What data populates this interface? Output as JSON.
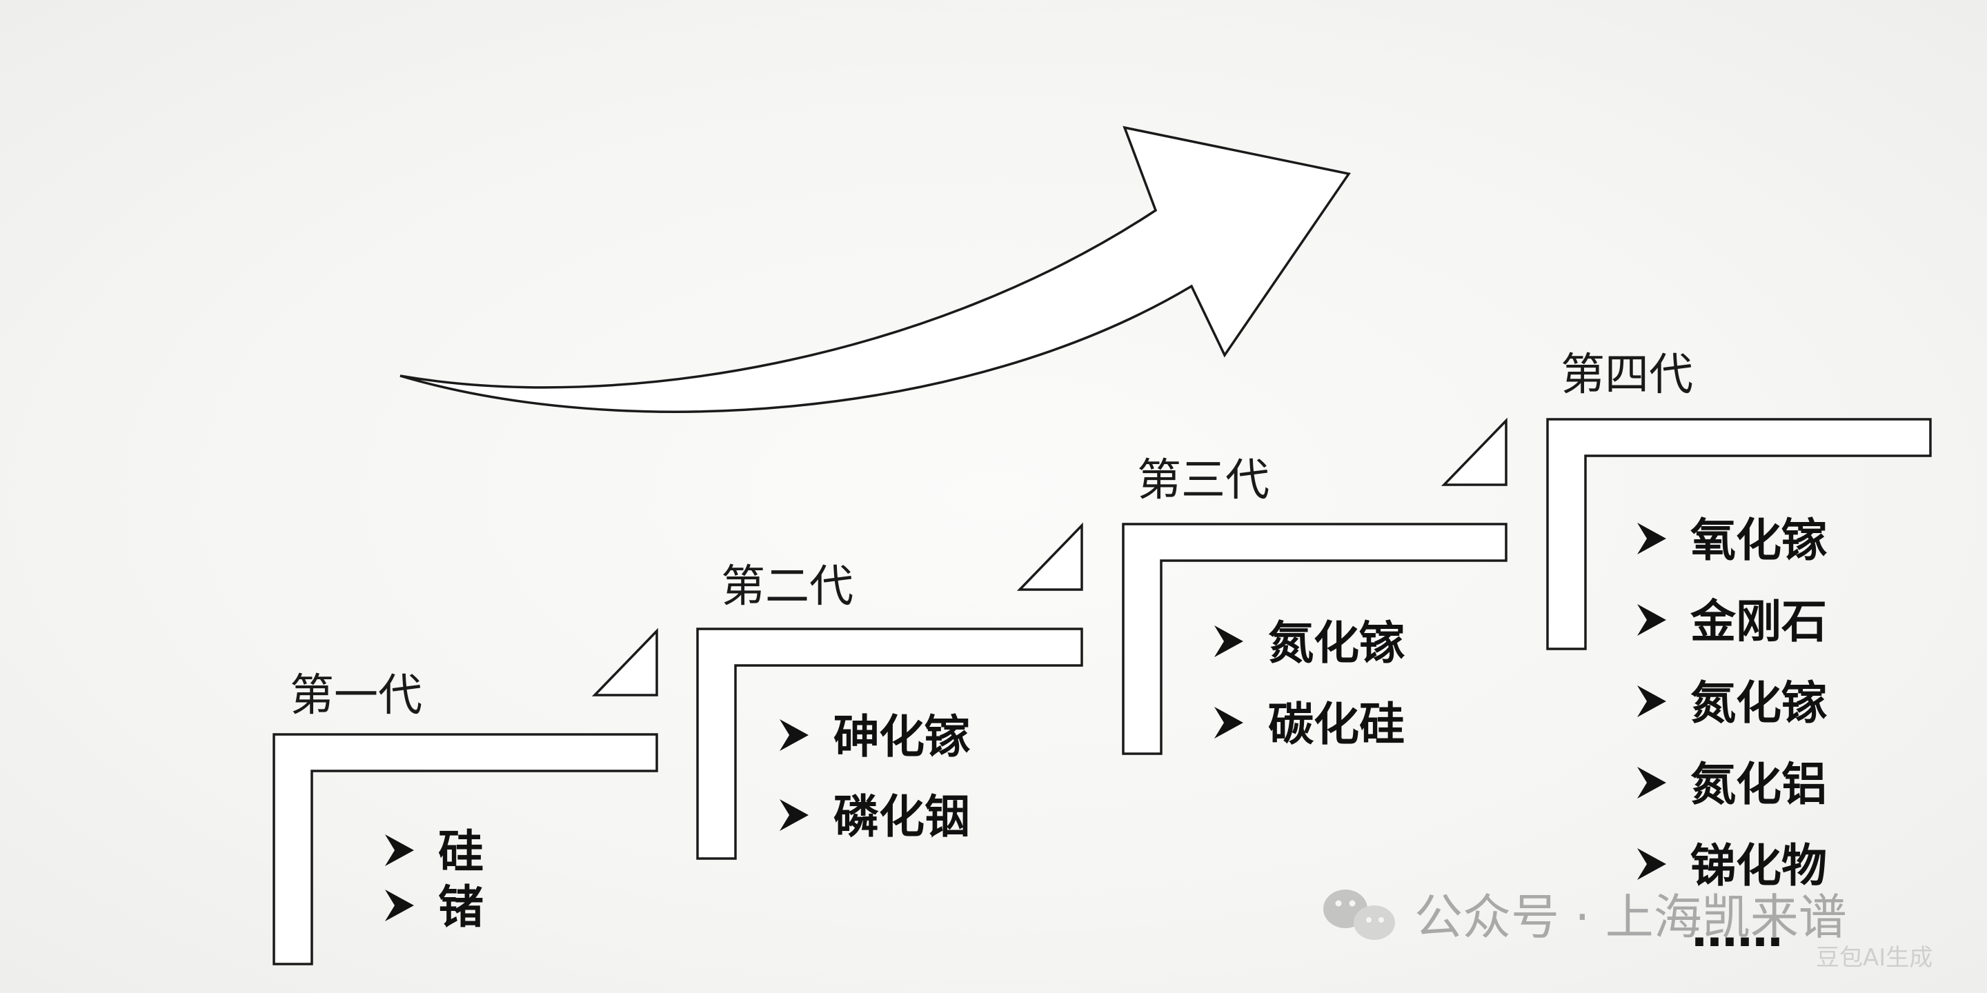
{
  "generations": [
    {
      "title": "第一代",
      "items": [
        "硅",
        "锗"
      ]
    },
    {
      "title": "第二代",
      "items": [
        "砷化镓",
        "磷化铟"
      ]
    },
    {
      "title": "第三代",
      "items": [
        "氮化镓",
        "碳化硅"
      ]
    },
    {
      "title": "第四代",
      "items": [
        "氧化镓",
        "金刚石",
        "氮化镓",
        "氮化铝",
        "锑化物"
      ]
    }
  ],
  "ellipsis": "……",
  "watermark": {
    "text": "公众号 · 上海凯来谱",
    "ai_label": "豆包AI生成",
    "icon": "wechat-icon"
  },
  "colors": {
    "stroke": "#1a1a1a",
    "text": "#111111",
    "watermark": "#a9a9a9"
  }
}
